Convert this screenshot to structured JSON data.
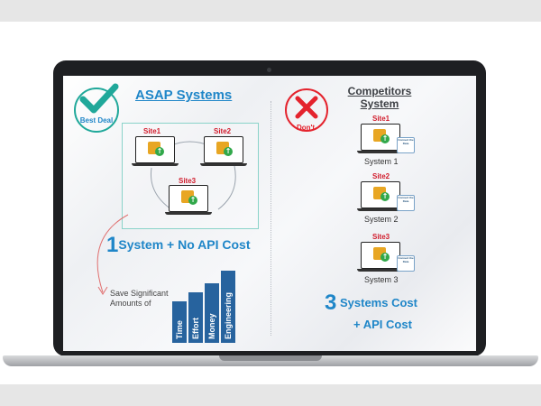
{
  "left": {
    "title": "ASAP Systems",
    "badge": "Best Deal",
    "sites": [
      "Site1",
      "Site2",
      "Site3"
    ],
    "headline_number": "1",
    "headline_text": "System + No API Cost",
    "save_text": "Save Significant Amounts of",
    "bars": [
      "Time",
      "Effort",
      "Money",
      "Engineering"
    ]
  },
  "right": {
    "title": "Competitors System",
    "badge": "Don't",
    "sites": [
      {
        "label": "Site1",
        "caption": "System 1"
      },
      {
        "label": "Site2",
        "caption": "System 2"
      },
      {
        "label": "Site3",
        "caption": "System 3"
      }
    ],
    "connect_text": "Connect the Data",
    "cost_number": "3",
    "cost_text": "Systems Cost",
    "api_cost": "+ API Cost"
  },
  "colors": {
    "brand_blue": "#1f86c8",
    "teal": "#20a89a",
    "red": "#e4232d",
    "bar_blue": "#27639e"
  }
}
